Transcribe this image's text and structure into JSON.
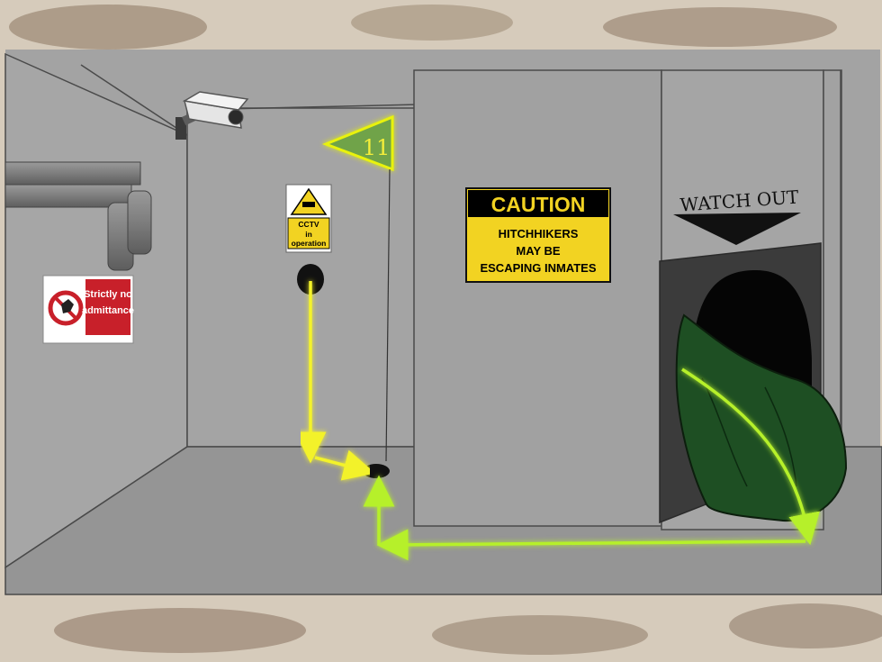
{
  "scene": {
    "level_number": "11",
    "caution_sign": {
      "title": "CAUTION",
      "line1": "HITCHHIKERS",
      "line2": "MAY BE",
      "line3": "ESCAPING INMATES"
    },
    "cctv_sign": {
      "line1": "CCTV",
      "line2": "in",
      "line3": "operation"
    },
    "no_entry_sign": {
      "line1": "Strictly no",
      "line2": "admittance"
    },
    "watch_out_label": "WATCH OUT"
  },
  "colors": {
    "wall": "#a9a9a9",
    "floor": "#979797",
    "caution_yellow": "#f2d322",
    "no_entry_red": "#c8202a",
    "path_glow": "#e9f20c",
    "green_path": "#1fd12a",
    "tarp_green": "#1e4f23",
    "grunge_border": "#d4c7b3"
  }
}
